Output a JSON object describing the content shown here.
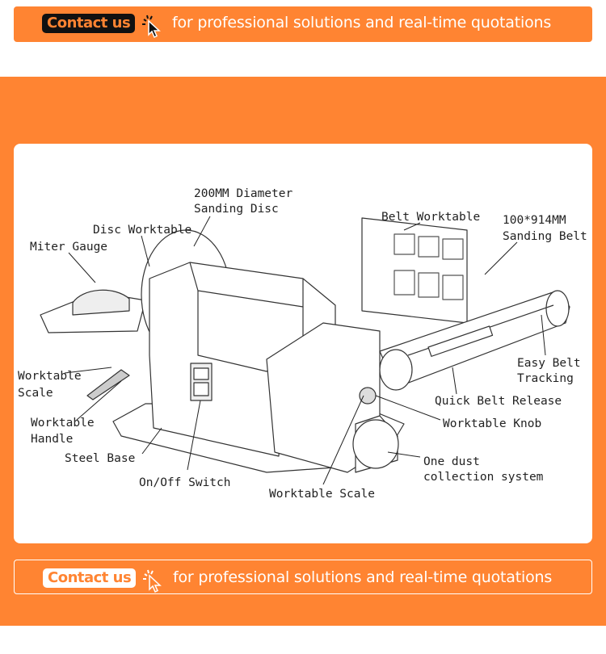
{
  "top_banner": {
    "button": "Contact us",
    "tagline": "for professional solutions and real-time quotations"
  },
  "bottom_banner": {
    "button": "Contact us",
    "tagline": "for professional solutions and real-time quotations"
  },
  "diagram": {
    "labels": {
      "disc_line1": "200MM Diameter",
      "disc_line2": "Sanding Disc",
      "disc_worktable": "Disc Worktable",
      "miter_gauge": "Miter Gauge",
      "belt_worktable": "Belt Worktable",
      "belt_line1": "100*914MM",
      "belt_line2": "Sanding Belt",
      "tracking_line1": "Easy Belt",
      "tracking_line2": "Tracking",
      "scale_left_line1": "Worktable",
      "scale_left_line2": "Scale",
      "handle_line1": "Worktable",
      "handle_line2": "Handle",
      "steel_base": "Steel Base",
      "switch": "On/Off Switch",
      "quick_release": "Quick Belt Release",
      "knob": "Worktable Knob",
      "dust_line1": "One dust",
      "dust_line2": "collection system",
      "scale_bottom": "Worktable Scale"
    }
  },
  "colors": {
    "accent": "#ff8432",
    "dark": "#111111"
  }
}
